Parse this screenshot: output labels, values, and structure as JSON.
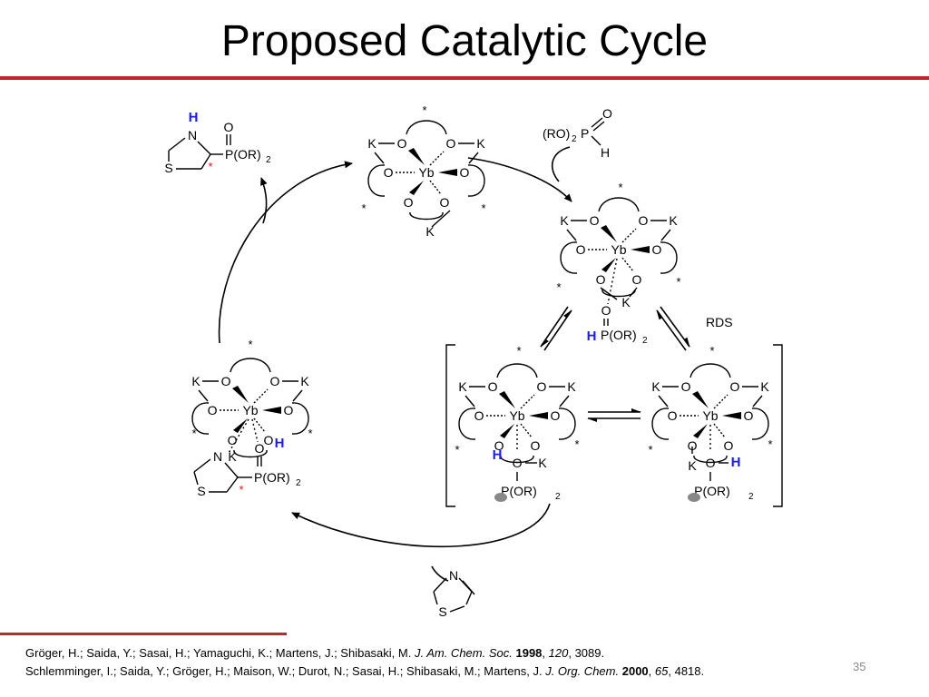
{
  "slide": {
    "title": "Proposed Catalytic Cycle",
    "page_number": "35",
    "accent_color": "#c0262c",
    "highlight_color": "#1a1aff"
  },
  "diagram": {
    "rds_label": "RDS",
    "product_label": "P(OR)",
    "phosphite": {
      "ro2p": "(RO)",
      "o": "O",
      "p": "P",
      "h": "H"
    },
    "thiazoline": {
      "n": "N",
      "s": "S"
    },
    "product": {
      "h": "H",
      "n": "N",
      "s": "S",
      "o": "O",
      "p": "P(OR)"
    }
  },
  "references": [
    {
      "authors": "Gröger, H.; Saida, Y.; Sasai, H.; Yamaguchi, K.; Martens, J.; Shibasaki, M. ",
      "journal": "J. Am. Chem. Soc.",
      "year": "1998",
      "volume": "120",
      "pages": "3089."
    },
    {
      "authors": "Schlemminger, I.; Saida, Y.; Gröger, H.; Maison, W.; Durot, N.; Sasai, H.; Shibasaki, M.; Martens, J. ",
      "journal": "J. Org. Chem.",
      "year": "2000",
      "volume": "65",
      "pages": "4818."
    }
  ]
}
